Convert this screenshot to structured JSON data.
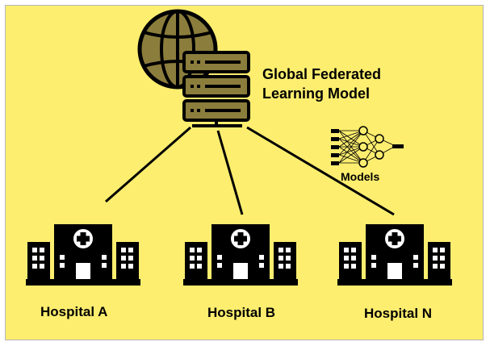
{
  "server": {
    "title_line1": "Global Federated",
    "title_line2": "Learning Model",
    "icon": "globe-server-icon"
  },
  "models": {
    "label": "Models",
    "icon": "neural-network-icon"
  },
  "hospitals": [
    {
      "label": "Hospital A",
      "icon": "hospital-icon"
    },
    {
      "label": "Hospital B",
      "icon": "hospital-icon"
    },
    {
      "label": "Hospital N",
      "icon": "hospital-icon"
    }
  ],
  "colors": {
    "background": "#fdee6f",
    "server_fill": "#8b7d3c",
    "icon": "#000000",
    "hospital_window": "#ffffff"
  }
}
